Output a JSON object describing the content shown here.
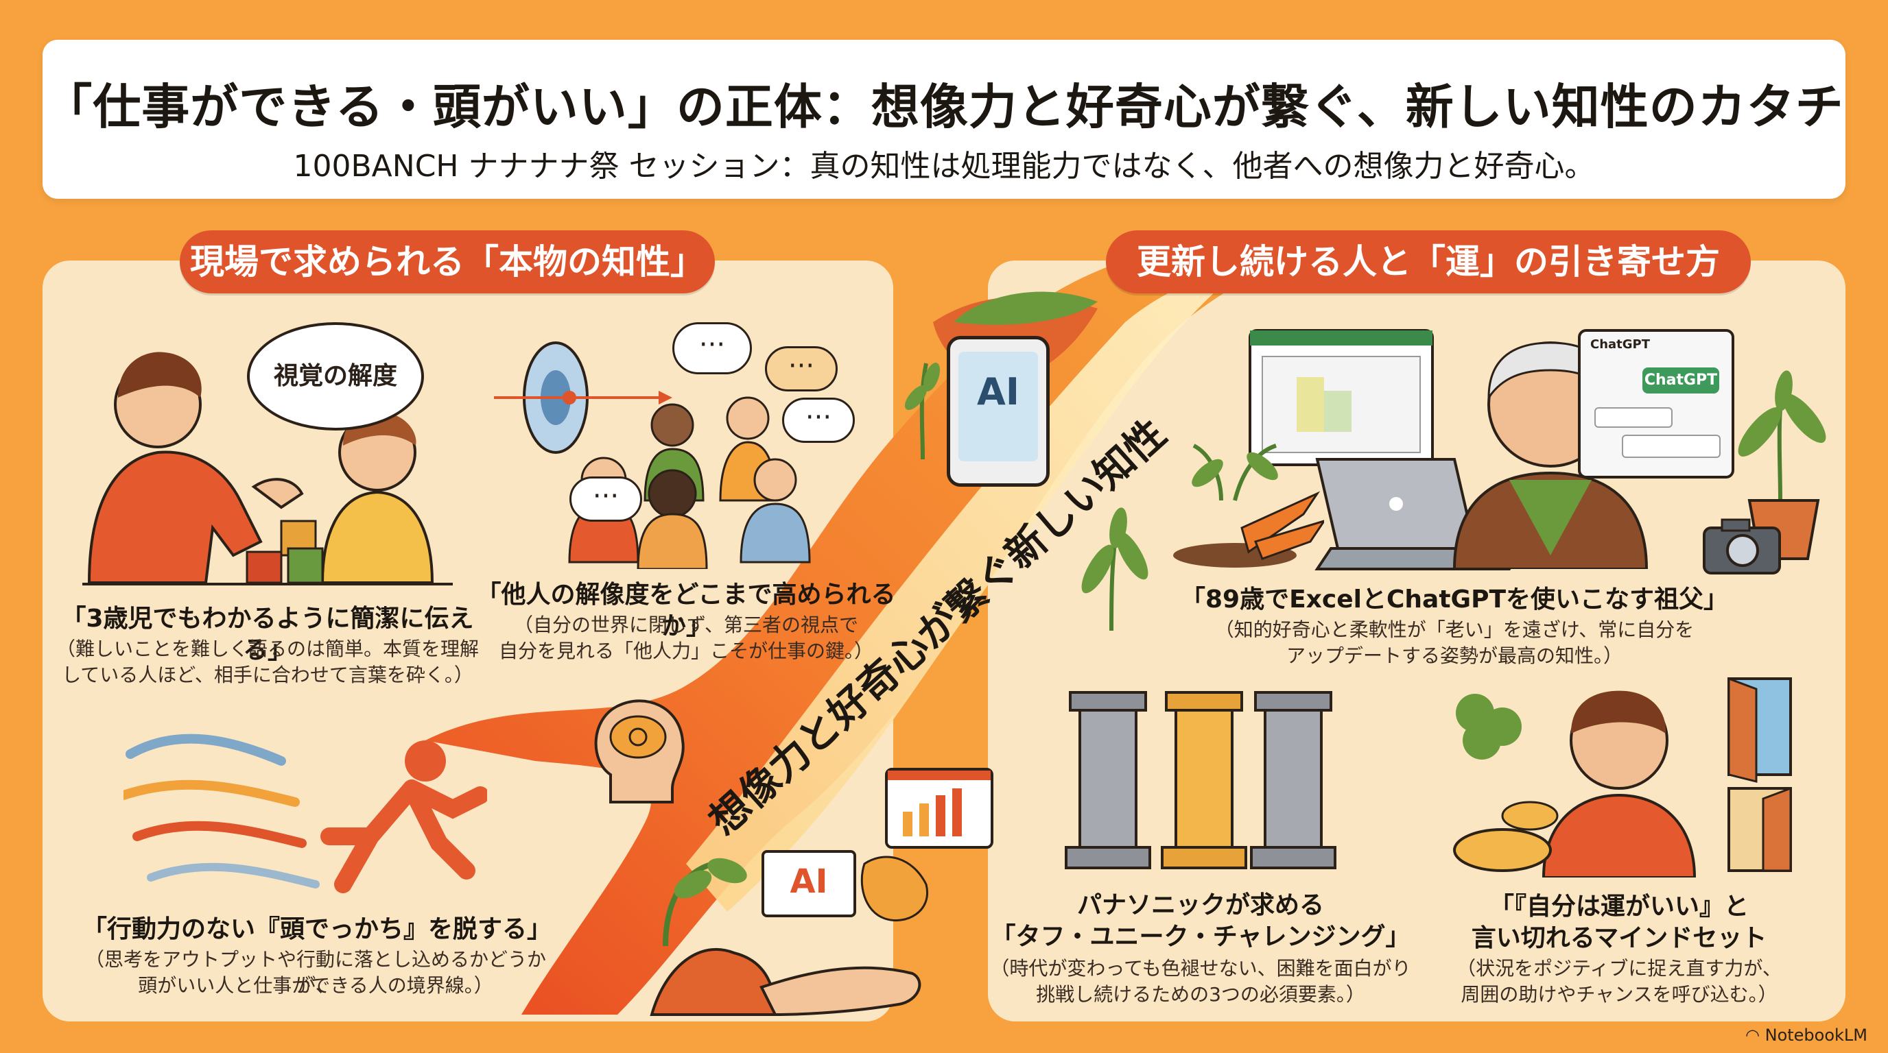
{
  "header": {
    "title": "「仕事ができる・頭がいい」の正体：想像力と好奇心が繋ぐ、新しい知性のカタチ",
    "subtitle": "100BANCH ナナナナ祭 セッション：真の知性は処理能力ではなく、他者への想像力と好奇心。"
  },
  "left": {
    "heading": "現場で求められる「本物の知性」",
    "speech": "視覚の解度",
    "item1": {
      "title": "「3歳児でもわかるように簡潔に伝える」",
      "body1": "（難しいことを難しく語るのは簡単。本質を理解",
      "body2": "している人ほど、相手に合わせて言葉を砕く。）"
    },
    "item2": {
      "title": "「他人の解像度をどこまで高められるか」",
      "body1": "（自分の世界に閉じず、第三者の視点で",
      "body2": "自分を見れる「他人力」こそが仕事の鍵。）"
    },
    "item3": {
      "title": "「行動力のない『頭でっかち』を脱する」",
      "body1": "（思考をアウトプットや行動に落とし込めるかどうかが、",
      "body2": "頭がいい人と仕事ができる人の境界線。）"
    }
  },
  "center": {
    "flow": "想像力と好奇心が繋ぐ新しい知性",
    "tablet": "AI",
    "ai_sign": "AI"
  },
  "right": {
    "heading": "更新し続ける人と「運」の引き寄せ方",
    "chat_window_title": "ChatGPT",
    "chat_button": "ChatGPT",
    "item1": {
      "title": "「89歳でExcelとChatGPTを使いこなす祖父」",
      "body1": "（知的好奇心と柔軟性が「老い」を遠ざけ、常に自分を",
      "body2": "アップデートする姿勢が最高の知性。）"
    },
    "item2": {
      "title1": "パナソニックが求める",
      "title2": "「タフ・ユニーク・チャレンジング」",
      "body1": "（時代が変わっても色褪せない、困難を面白がり",
      "body2": "挑戦し続けるための3つの必須要素。）"
    },
    "item3": {
      "title1": "「『自分は運がいい』と",
      "title2": "言い切れるマインドセット",
      "body1": "（状況をポジティブに捉え直す力が、",
      "body2": "周囲の助けやチャンスを呼び込む。）"
    }
  },
  "footer": {
    "brand": "NotebookLM"
  },
  "colors": {
    "background": "#F7A23E",
    "accent": "#E0542B",
    "panel": "#FBE6C4"
  }
}
